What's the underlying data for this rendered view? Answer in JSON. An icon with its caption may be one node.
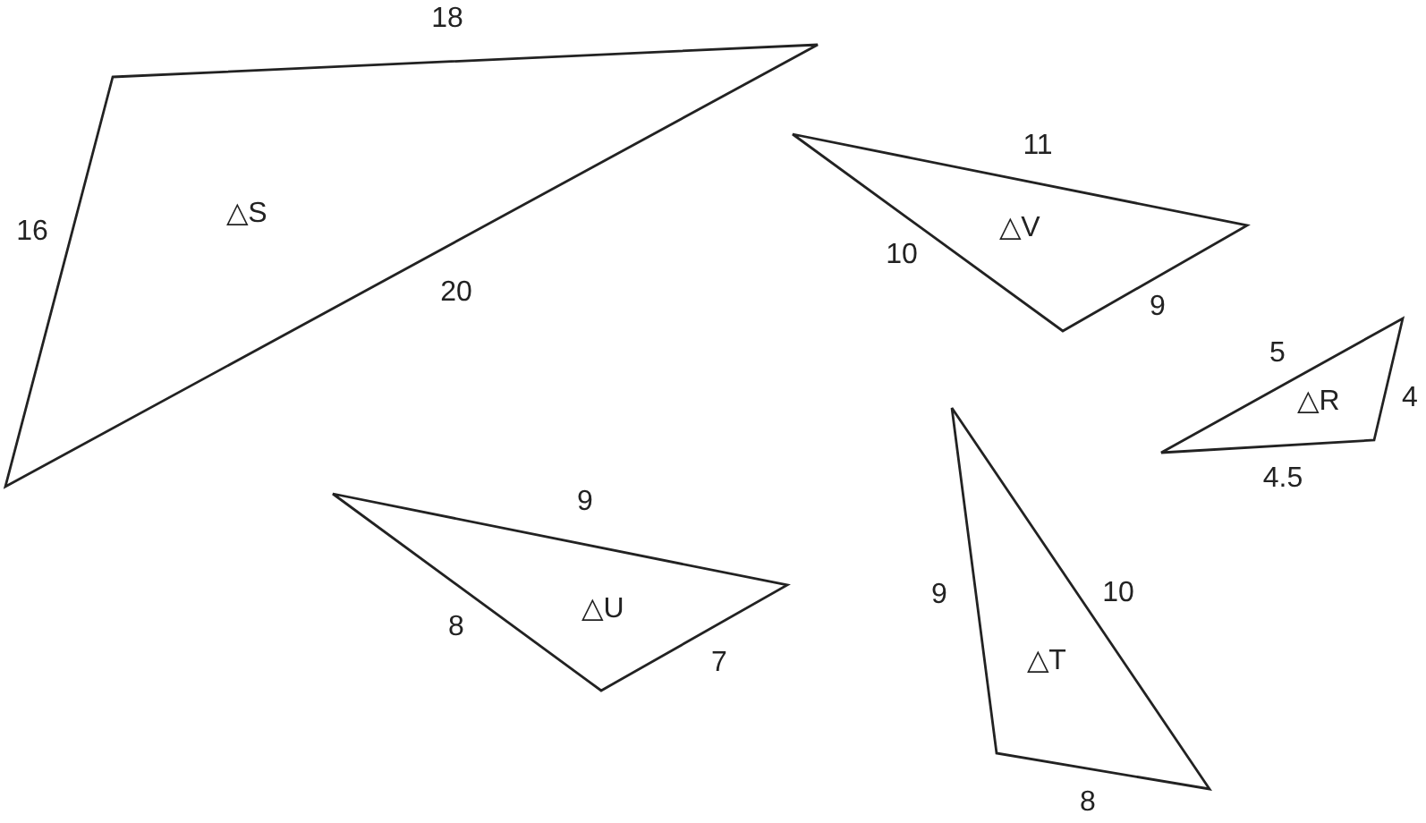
{
  "diagram": {
    "nodes": [
      {
        "text": [
          "△S"
        ],
        "beside": [
          "18",
          "16",
          "20"
        ]
      },
      {
        "text": [
          "△V"
        ],
        "beside": [
          "11",
          "10",
          "9"
        ]
      },
      {
        "text": [
          "△R"
        ],
        "beside": [
          "5",
          "4",
          "4.5"
        ]
      },
      {
        "text": [
          "△U"
        ],
        "beside": [
          "9",
          "8",
          "7"
        ]
      },
      {
        "text": [
          "△T"
        ],
        "beside": [
          "9",
          "10",
          "8"
        ]
      }
    ],
    "edges": []
  }
}
